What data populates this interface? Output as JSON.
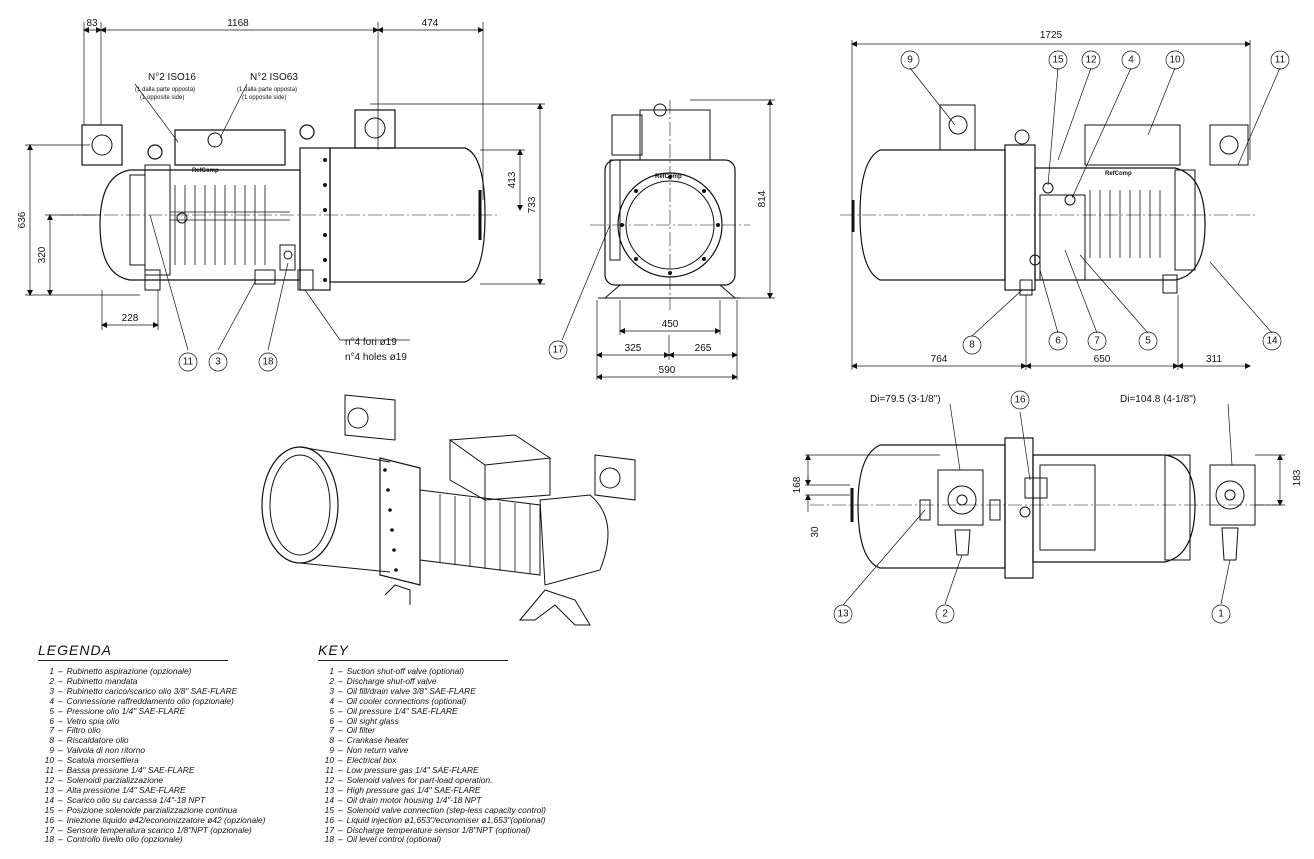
{
  "front_view": {
    "dims": {
      "d83": "83",
      "d1168": "1168",
      "d474": "474",
      "d636": "636",
      "d320": "320",
      "d413": "413",
      "d733": "733",
      "d228": "228"
    },
    "iso016": "N°2 ISO16",
    "iso063": "N°2 ISO63",
    "iso_sub1": "(1 dalla parte opposta)",
    "iso_sub2": "(1 opposite side)",
    "brand": "RefComp",
    "fori": "n°4 fori ø19",
    "holes": "n°4 holes ø19",
    "callouts": [
      "11",
      "3",
      "18"
    ]
  },
  "side_view": {
    "dims": {
      "d814": "814",
      "d450": "450",
      "d325": "325",
      "d265": "265",
      "d590": "590"
    },
    "callouts": [
      "17"
    ],
    "brand": "RefComp"
  },
  "right_view": {
    "dims": {
      "d1725": "1725",
      "d764": "764",
      "d650": "650",
      "d311": "311"
    },
    "brand": "RefComp",
    "callouts_top": [
      "9",
      "15",
      "12",
      "4",
      "10",
      "11"
    ],
    "callouts_bottom": [
      "8",
      "6",
      "7",
      "5",
      "14"
    ]
  },
  "top_view": {
    "di_left": "Di=79.5 (3-1/8\")",
    "di_right": "Di=104.8 (4-1/8\")",
    "dims": {
      "d168": "168",
      "d30": "30",
      "d183": "183"
    },
    "callouts": [
      "16",
      "13",
      "2",
      "1"
    ]
  },
  "legend_it": {
    "title": "LEGENDA",
    "items": [
      {
        "n": "1",
        "t": "Rubinetto aspirazione (opzionale)"
      },
      {
        "n": "2",
        "t": "Rubinetto mandata"
      },
      {
        "n": "3",
        "t": "Rubinetto carico/scarico olio 3/8\" SAE-FLARE"
      },
      {
        "n": "4",
        "t": "Connessione raffreddamento olio (opzionale)"
      },
      {
        "n": "5",
        "t": "Pressione olio 1/4\" SAE-FLARE"
      },
      {
        "n": "6",
        "t": "Vetro spia olio"
      },
      {
        "n": "7",
        "t": "Filtro olio"
      },
      {
        "n": "8",
        "t": "Riscaldatore olio"
      },
      {
        "n": "9",
        "t": "Valvola di non ritorno"
      },
      {
        "n": "10",
        "t": "Scatola morsettiera"
      },
      {
        "n": "11",
        "t": "Bassa pressione 1/4\" SAE-FLARE"
      },
      {
        "n": "12",
        "t": "Solenoidi parzializzazione"
      },
      {
        "n": "13",
        "t": "Alta pressione 1/4\" SAE-FLARE"
      },
      {
        "n": "14",
        "t": "Scarico olio su carcassa 1/4\"-18 NPT"
      },
      {
        "n": "15",
        "t": "Posizione solenoide parzializzazione continua"
      },
      {
        "n": "16",
        "t": "Iniezione liquido ø42/economizzatore ø42 (opzionale)"
      },
      {
        "n": "17",
        "t": "Sensore temperatura scarico 1/8\"NPT (opzionale)"
      },
      {
        "n": "18",
        "t": "Controllo livello olio (opzionale)"
      }
    ]
  },
  "legend_en": {
    "title": "KEY",
    "items": [
      {
        "n": "1",
        "t": "Suction shut-off valve (optional)"
      },
      {
        "n": "2",
        "t": "Discharge shut-off valve"
      },
      {
        "n": "3",
        "t": "Oil fill/drain valve 3/8\" SAE-FLARE"
      },
      {
        "n": "4",
        "t": "Oil cooler connections (optional)"
      },
      {
        "n": "5",
        "t": "Oil pressure 1/4\" SAE-FLARE"
      },
      {
        "n": "6",
        "t": "Oil sight glass"
      },
      {
        "n": "7",
        "t": "Oil filter"
      },
      {
        "n": "8",
        "t": "Crankase heater"
      },
      {
        "n": "9",
        "t": "Non return valve"
      },
      {
        "n": "10",
        "t": "Electrical box"
      },
      {
        "n": "11",
        "t": "Low pressure gas 1/4\" SAE-FLARE"
      },
      {
        "n": "12",
        "t": "Solenoid valves for part-load operation."
      },
      {
        "n": "13",
        "t": "High pressure gas 1/4\" SAE-FLARE"
      },
      {
        "n": "14",
        "t": "Oil drain motor housing 1/4\"-18 NPT"
      },
      {
        "n": "15",
        "t": "Solenoid valve connection (step-less capacity control)"
      },
      {
        "n": "16",
        "t": "Liquid injection ø1,653\"/economiser ø1,653\"(optional)"
      },
      {
        "n": "17",
        "t": "Discharge temperature sensor 1/8\"NPT (optional)"
      },
      {
        "n": "18",
        "t": "Oil level control (optional)"
      }
    ]
  }
}
